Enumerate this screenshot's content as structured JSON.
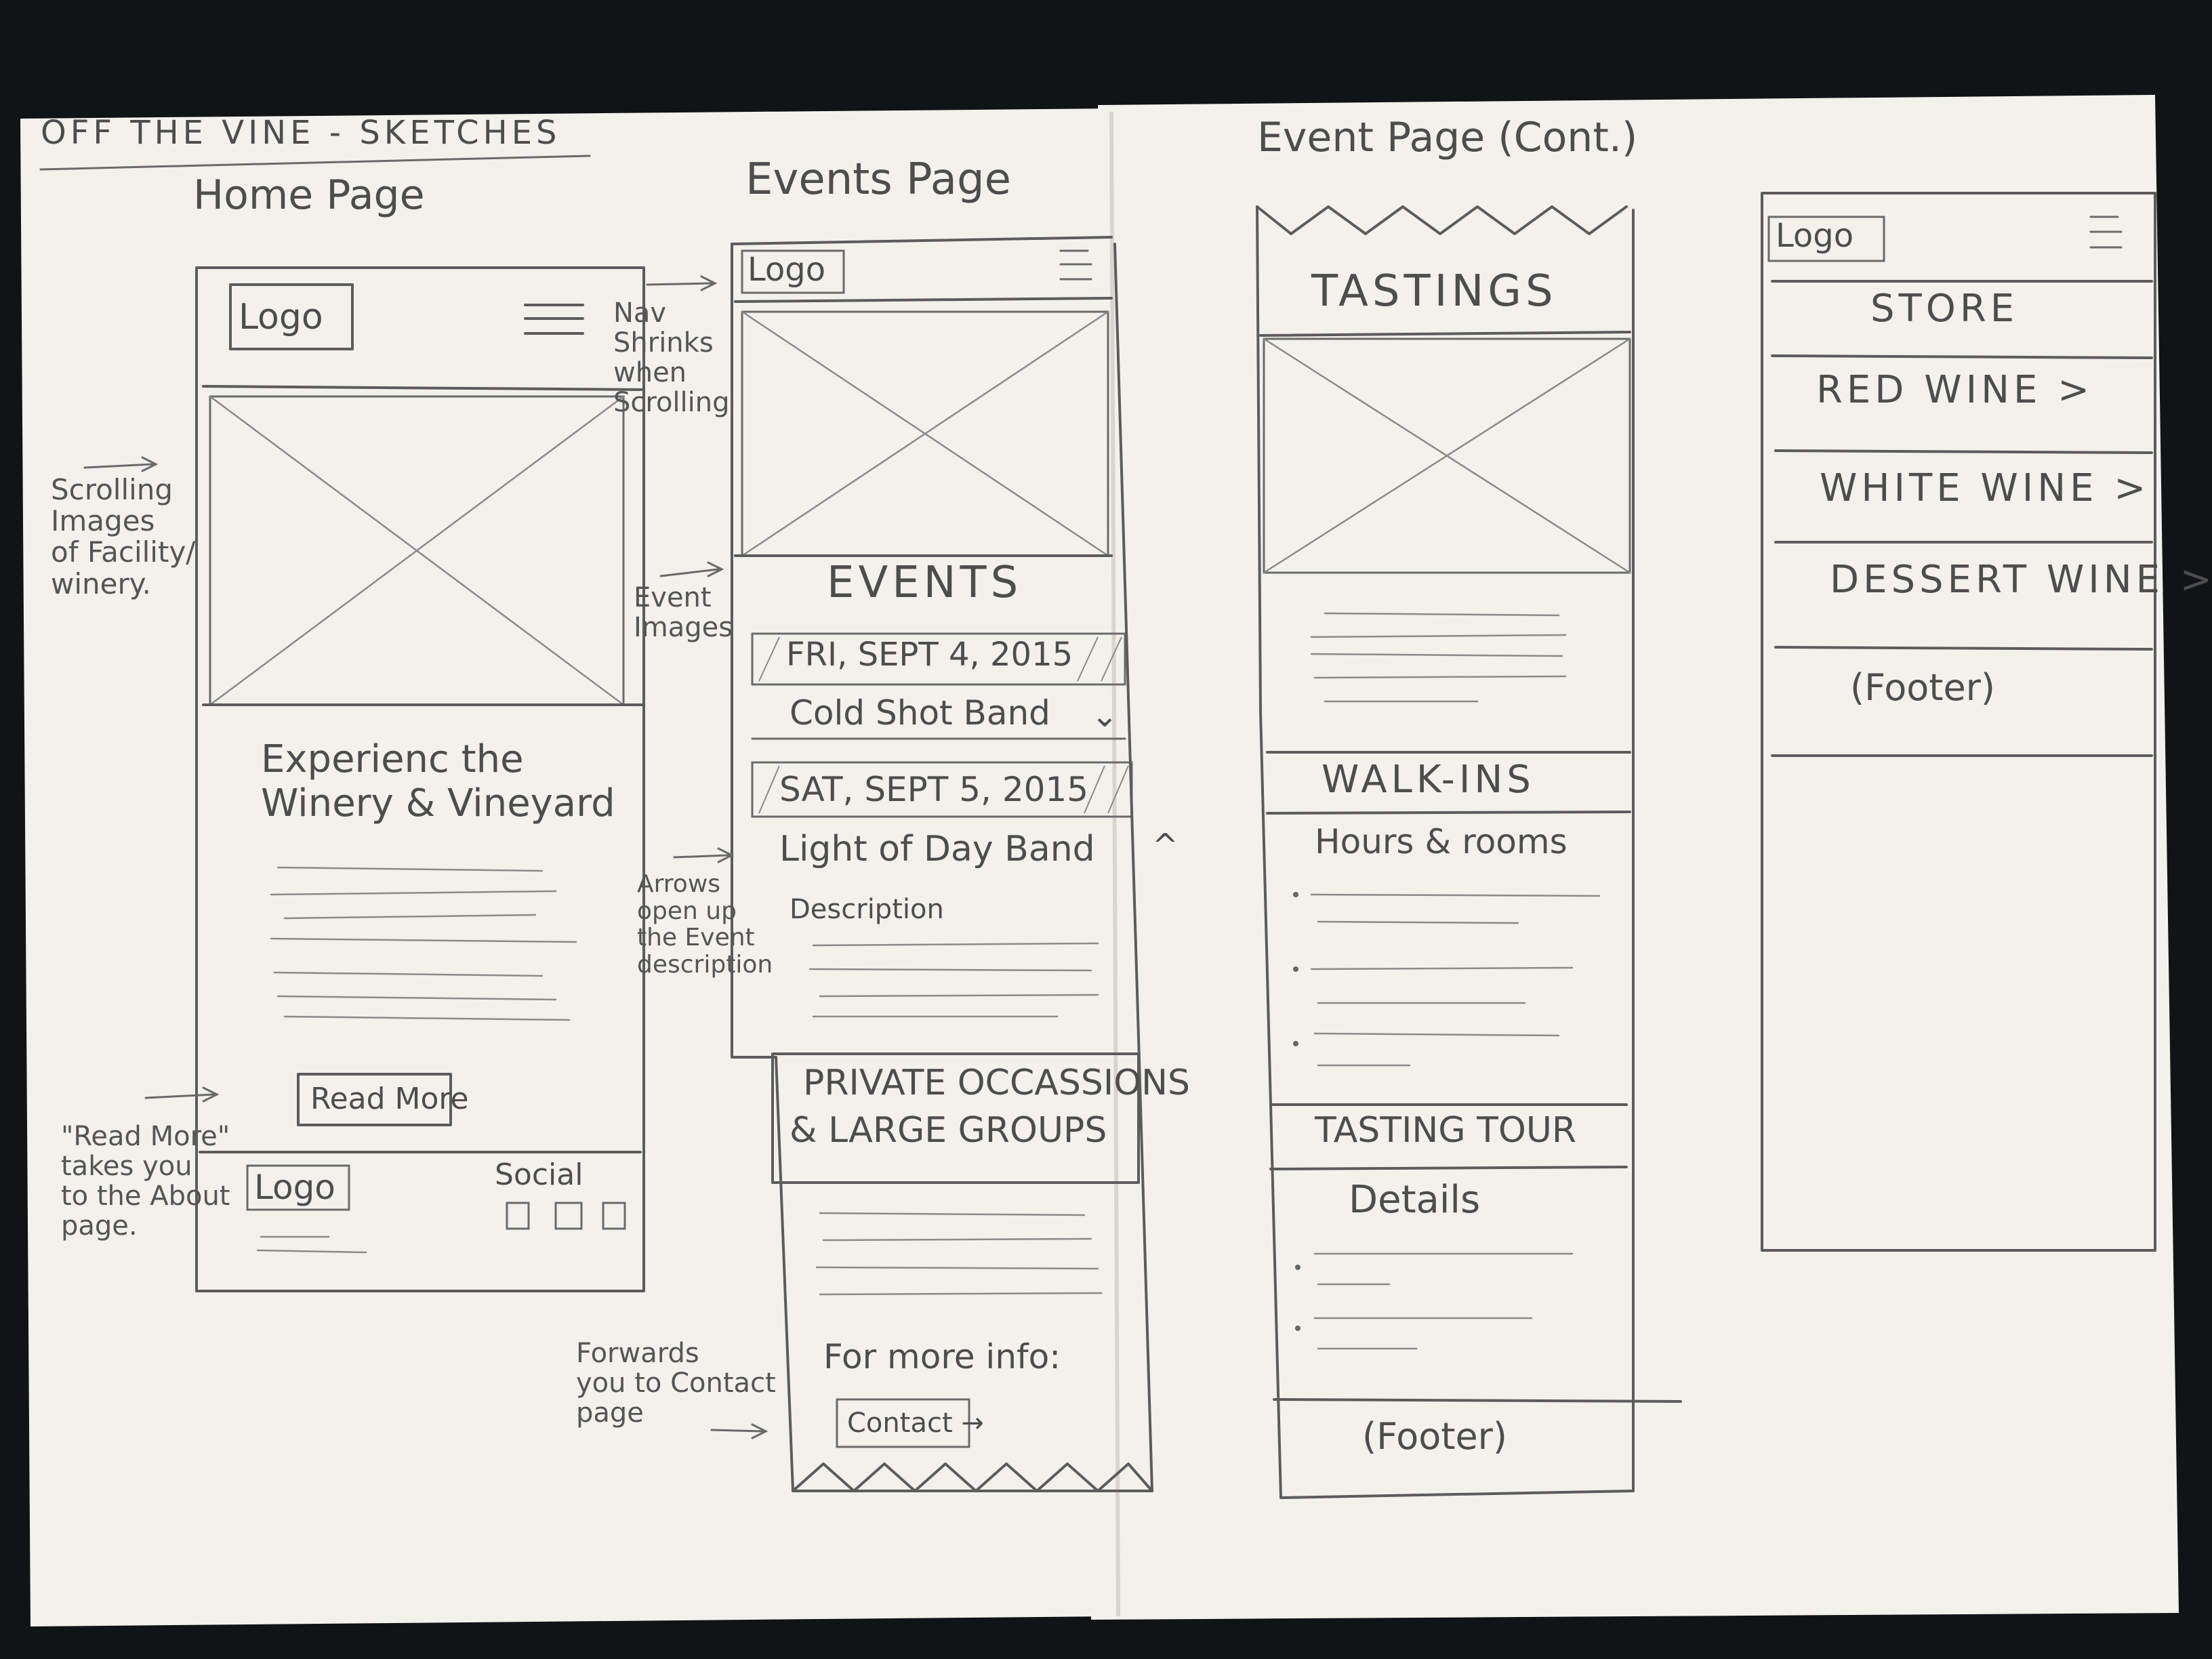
{
  "sheet": {
    "title": "OFF THE VINE - SKETCHES"
  },
  "columns": {
    "home": {
      "heading": "Home Page",
      "logo": "Logo",
      "headline_line1": "Experienc the",
      "headline_line2": "Winery & Vineyard",
      "read_more": "Read More",
      "footer_logo": "Logo",
      "social": "Social"
    },
    "events": {
      "heading": "Events Page",
      "logo": "Logo",
      "section_title": "EVENTS",
      "date1": "FRI, SEPT 4, 2015",
      "event1": "Cold Shot Band",
      "date2": "SAT, SEPT 5, 2015",
      "event2": "Light of Day Band",
      "description": "Description",
      "private_line1": "PRIVATE OCCASSIONS",
      "private_line2": "& LARGE GROUPS",
      "more_info": "For more info:",
      "contact": "Contact"
    },
    "events_cont": {
      "heading": "Event Page (Cont.)",
      "tastings": "TASTINGS",
      "walk_ins": "WALK-INS",
      "hours": "Hours & rooms",
      "tasting_tour": "TASTING TOUR",
      "details": "Details",
      "footer": "(Footer)"
    },
    "store": {
      "logo": "Logo",
      "title": "STORE",
      "item1": "RED WINE >",
      "item2": "WHITE WINE >",
      "item3": "DESSERT WINE >",
      "footer": "(Footer)"
    }
  },
  "annotations": {
    "scrolling": "Scrolling\nImages\nof Facility/\nwinery.",
    "read_more_note": "\"Read More\"\ntakes you\nto the About\npage.",
    "nav_shrinks": "Nav\nShrinks\nwhen\nScrolling",
    "event_images": "Event\nImages",
    "arrows": "Arrows\nopen up\nthe Event\ndescription",
    "forwards": "Forwards\nyou to Contact\npage"
  }
}
